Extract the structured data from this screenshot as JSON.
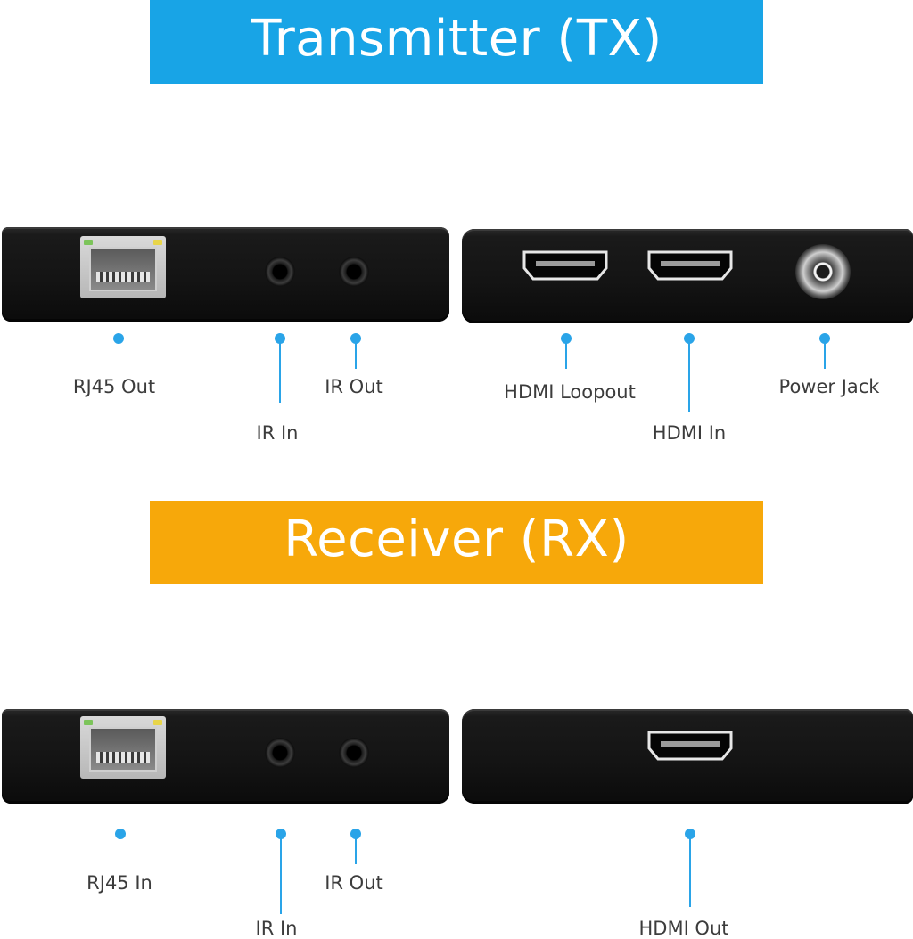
{
  "transmitter": {
    "title": "Transmitter (TX)",
    "labels": {
      "rj45": "RJ45 Out",
      "ir_in": "IR In",
      "ir_out": "IR Out",
      "hdmi_loopout": "HDMI Loopout",
      "hdmi_in": "HDMI In",
      "power": "Power Jack"
    }
  },
  "receiver": {
    "title": "Receiver (RX)",
    "labels": {
      "rj45": "RJ45 In",
      "ir_in": "IR In",
      "ir_out": "IR Out",
      "hdmi_out": "HDMI Out"
    }
  },
  "colors": {
    "transmitter_banner": "#18a4e6",
    "receiver_banner": "#f7a80a",
    "callout": "#2aa4e8"
  },
  "icons": [
    "rj45-port-icon",
    "audio-jack-icon",
    "hdmi-port-icon",
    "power-jack-icon"
  ]
}
